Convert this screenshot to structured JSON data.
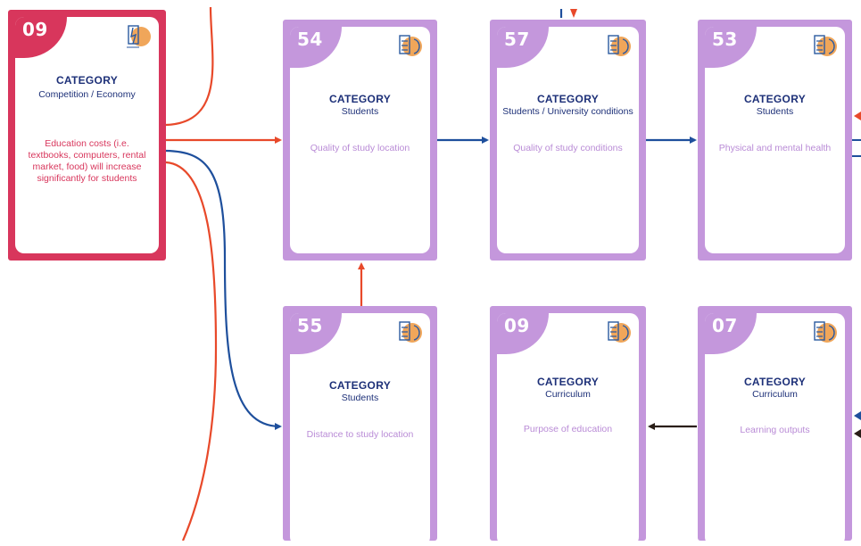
{
  "colors": {
    "red_card": "#d8365c",
    "purple_card": "#c497dc",
    "title_navy": "#1d3078",
    "arrow_red": "#e8492a",
    "arrow_blue": "#1e4f9c",
    "arrow_black": "#2a1e18"
  },
  "logo_icon": "socle-logo-icon",
  "cards": [
    {
      "number": "09",
      "category": "CATEGORY",
      "subcategory": "Competition / Economy",
      "description": "Education costs (i.e. textbooks, computers, rental market, food) will increase significantly for students"
    },
    {
      "number": "54",
      "category": "CATEGORY",
      "subcategory": "Students",
      "description": "Quality of study location"
    },
    {
      "number": "57",
      "category": "CATEGORY",
      "subcategory": "Students / University conditions",
      "description": "Quality of study conditions"
    },
    {
      "number": "53",
      "category": "CATEGORY",
      "subcategory": "Students",
      "description": "Physical and mental health"
    },
    {
      "number": "55",
      "category": "CATEGORY",
      "subcategory": "Students",
      "description": "Distance to study location"
    },
    {
      "number": "09",
      "category": "CATEGORY",
      "subcategory": "Curriculum",
      "description": "Purpose of education"
    },
    {
      "number": "07",
      "category": "CATEGORY",
      "subcategory": "Curriculum",
      "description": "Learning outputs"
    }
  ]
}
